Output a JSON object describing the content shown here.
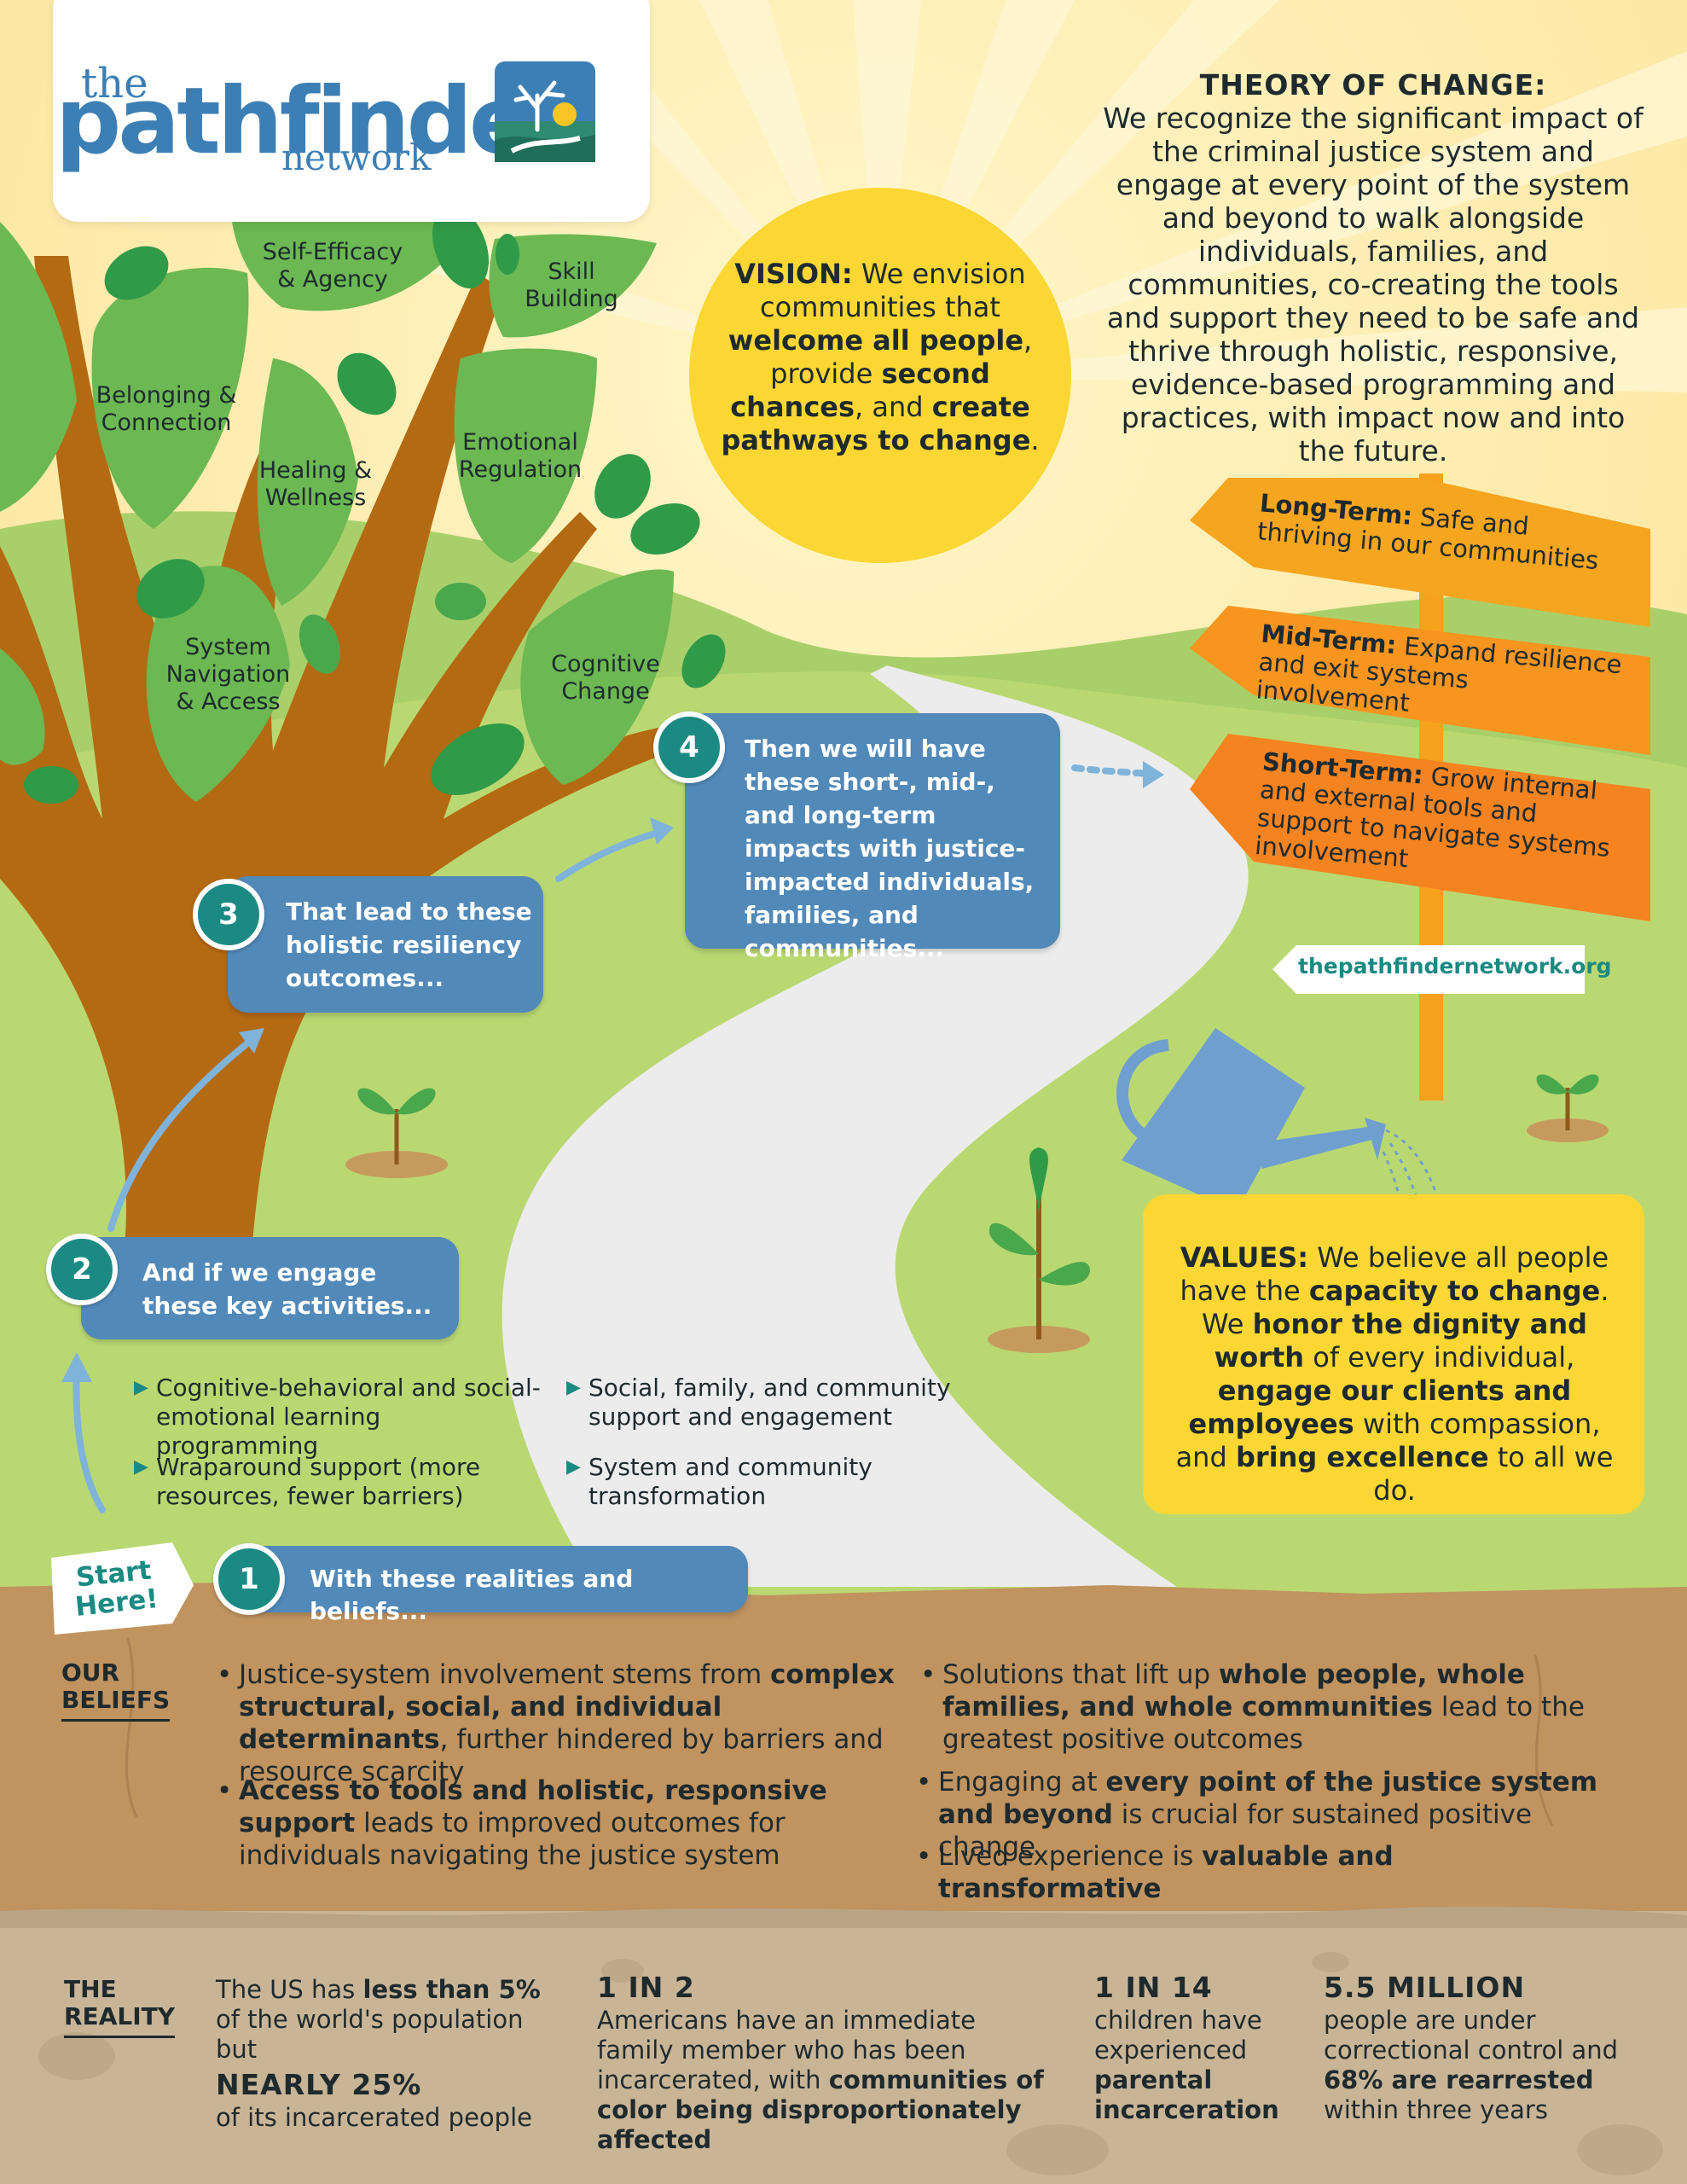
{
  "logo": {
    "the": "the",
    "main": "pathfinder",
    "network": "network"
  },
  "theory": {
    "title": "THEORY OF CHANGE:",
    "body": "We recognize the significant impact of the criminal justice system and engage at every point of the system and beyond to walk alongside individuals, families, and communities, co-creating the tools and support they need to be safe and thrive through holistic, responsive, evidence-based programming and practices, with impact now and into the future."
  },
  "vision": {
    "label": "VISION:",
    "t1": " We envision communities that ",
    "b1": "welcome all people",
    "t2": ", provide ",
    "b2": "second chances",
    "t3": ", and ",
    "b3": "create pathways to change",
    "t4": "."
  },
  "leaves": [
    "Self-Efficacy & Agency",
    "Skill Building",
    "Belonging & Connection",
    "Healing & Wellness",
    "Emotional Regulation",
    "System Navigation & Access",
    "Cognitive Change"
  ],
  "steps": {
    "s1": {
      "num": "1",
      "text": "With these realities and beliefs..."
    },
    "s2": {
      "num": "2",
      "text": "And if we engage these key activities..."
    },
    "s3": {
      "num": "3",
      "text": "That lead to these holistic resiliency outcomes..."
    },
    "s4": {
      "num": "4",
      "text": "Then we will have these short-, mid-, and long-term impacts with justice-impacted individuals, families, and communities..."
    }
  },
  "start": {
    "line1": "Start",
    "line2": "Here!"
  },
  "signs": {
    "long": {
      "label": "Long-Term:",
      "text": " Safe and thriving in our communities"
    },
    "mid": {
      "label": "Mid-Term:",
      "text": " Expand resilience and exit systems involvement"
    },
    "short": {
      "label": "Short-Term:",
      "text": " Grow internal and external tools and support to navigate systems involvement"
    },
    "url": "thepathfindernetwork.org"
  },
  "values": {
    "label": "VALUES:",
    "t1": " We believe all people have the ",
    "b1": "capacity to change",
    "t2": ". We ",
    "b2": "honor the dignity and worth",
    "t3": " of every individual, ",
    "b3": "engage our clients and employees",
    "t4": " with compassion, and ",
    "b4": "bring excellence",
    "t5": " to all we do."
  },
  "activities": [
    "Cognitive-behavioral and social-emotional learning programming",
    "Wraparound support (more resources, fewer barriers)",
    "Social, family, and community support and engagement",
    "System and community transformation"
  ],
  "beliefs": {
    "label_line1": "OUR",
    "label_line2": "BELIEFS",
    "b1": {
      "t1": "Justice-system involvement stems from ",
      "b": "complex structural, social, and individual determinants",
      "t2": ", further hindered by barriers and resource scarcity"
    },
    "b2": {
      "b": "Access to tools and holistic, responsive support",
      "t2": " leads to improved outcomes for individuals navigating the justice system"
    },
    "b3": {
      "t1": "Solutions that lift up ",
      "b": "whole people, whole families, and whole communities",
      "t2": " lead to the greatest positive outcomes"
    },
    "b4": {
      "t1": "Engaging at ",
      "b": "every point of the justice system and beyond",
      "t2": " is crucial for sustained positive change"
    },
    "b5": {
      "t1": "Lived experience is ",
      "b": "valuable and transformative"
    }
  },
  "reality": {
    "label_line1": "THE",
    "label_line2": "REALITY",
    "r1": {
      "t1": "The US has ",
      "b1": "less than 5%",
      "t2": " of the world's population but",
      "big": "NEARLY 25%",
      "t3": "of its incarcerated people"
    },
    "r2": {
      "big": "1 IN 2",
      "t1": "Americans have an immediate family member who has been incarcerated, with ",
      "b1": "communities of color being disproportionately affected"
    },
    "r3": {
      "big": "1 IN 14",
      "t1": "children have experienced ",
      "b1": "parental incarceration"
    },
    "r4": {
      "big": "5.5 MILLION",
      "t1": "people are under correctional control and ",
      "b1": "68% are rearrested",
      "t2": " within three years"
    }
  },
  "colors": {
    "sky": "#fdf3c8",
    "sun": "#fcd734",
    "hill": "#a9cf6a",
    "grass": "#b9d770",
    "path": "#ececec",
    "soil": "#c0935f",
    "ground": "#c9b596",
    "box": "#5189b9",
    "teal": "#1b8a83",
    "sign_long": "#f6a51f",
    "sign_mid": "#f7951f",
    "sign_short": "#f58320",
    "trunk": "#b46a12",
    "leaf": "#6cb853",
    "leaf_dark": "#2f9a48"
  }
}
